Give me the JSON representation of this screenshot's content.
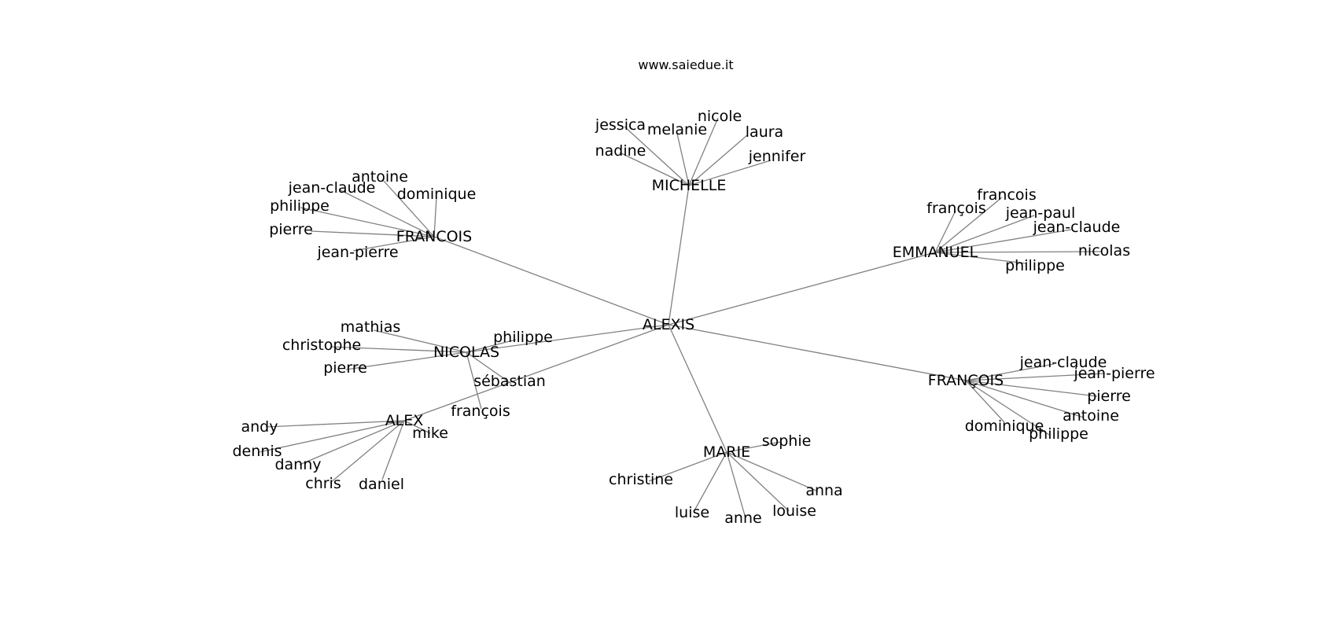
{
  "caption": "www.saiedue.it",
  "graph": {
    "edge_color": "#808080",
    "text_color": "#000000",
    "root": "ALEXIS",
    "hubs": [
      {
        "name": "MICHELLE",
        "children": [
          "jessica",
          "melanie",
          "nicole",
          "laura",
          "nadine",
          "jennifer"
        ]
      },
      {
        "name": "FRANCOIS",
        "children": [
          "antoine",
          "jean-claude",
          "dominique",
          "philippe",
          "pierre",
          "jean-pierre"
        ]
      },
      {
        "name": "EMMANUEL",
        "children": [
          "francois",
          "françois",
          "jean-paul",
          "jean-claude",
          "nicolas",
          "philippe"
        ]
      },
      {
        "name": "NICOLAS",
        "children": [
          "mathias",
          "christophe",
          "philippe",
          "pierre",
          "sébastian",
          "françois"
        ]
      },
      {
        "name": "ALEX",
        "children": [
          "andy",
          "dennis",
          "mike",
          "danny",
          "chris",
          "daniel"
        ]
      },
      {
        "name": "FRANÇOIS",
        "children": [
          "jean-claude",
          "jean-pierre",
          "pierre",
          "antoine",
          "dominique",
          "philippe"
        ]
      },
      {
        "name": "MARIE",
        "children": [
          "sophie",
          "christine",
          "anna",
          "luise",
          "anne",
          "louise"
        ]
      }
    ]
  }
}
